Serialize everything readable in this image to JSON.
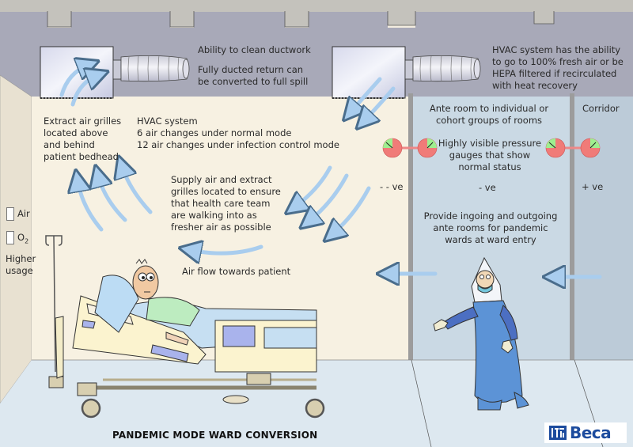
{
  "title": "PANDEMIC MODE WARD CONVERSION",
  "brand": {
    "name": "Beca",
    "color": "#1d4c9e"
  },
  "colors": {
    "ceiling": "#a8a9b8",
    "slab": "#c4c2bc",
    "ward_wall": "#f7f1e2",
    "ante_room": "#cad9e4",
    "corridor": "#bccbd8",
    "floor": "#dde8f0",
    "airflow_arrow": "#a9cdee",
    "gauge_red": "#f07b78",
    "gauge_green": "#9eef8f"
  },
  "ceiling_notes": {
    "left_duct": [
      "Ability to clean ductwork",
      "",
      "Fully ducted return can",
      "be converted to full spill"
    ],
    "right_duct": [
      "HVAC system has the ability",
      "to go to 100% fresh air or be",
      "HEPA filtered if recirculated",
      "with heat recovery"
    ]
  },
  "ward": {
    "extract_note": [
      "Extract air grilles",
      "located above",
      "and behind",
      "patient bedhead"
    ],
    "hvac_note": [
      "HVAC system",
      "6 air changes  under normal mode",
      "12 air changes under infection control mode"
    ],
    "supply_note": [
      "Supply air and extract",
      "grilles located to ensure",
      "that health care team",
      "are walking into as",
      "fresher air as possible"
    ],
    "airflow_note": "Air flow towards patient",
    "pressure": "- - ve"
  },
  "ante_room": {
    "heading": [
      "Ante room to individual or",
      "cohort groups of rooms"
    ],
    "gauge_note": [
      "Highly visible pressure",
      "gauges that show",
      "normal status"
    ],
    "pressure": "- ve",
    "entry_note": [
      "Provide ingoing and outgoing",
      "ante rooms for pandemic",
      "wards at ward entry"
    ]
  },
  "corridor": {
    "heading": "Corridor",
    "pressure": "+ ve"
  },
  "wall_outlets": {
    "air_label": "Air",
    "o2_label": "O",
    "o2_sub": "2",
    "usage_note": [
      "Higher",
      "usage"
    ]
  },
  "gauges": [
    {
      "id": "ward-side",
      "status": "normal"
    },
    {
      "id": "ante-left",
      "status": "normal"
    },
    {
      "id": "ante-right",
      "status": "normal"
    },
    {
      "id": "corridor-side",
      "status": "normal"
    }
  ]
}
